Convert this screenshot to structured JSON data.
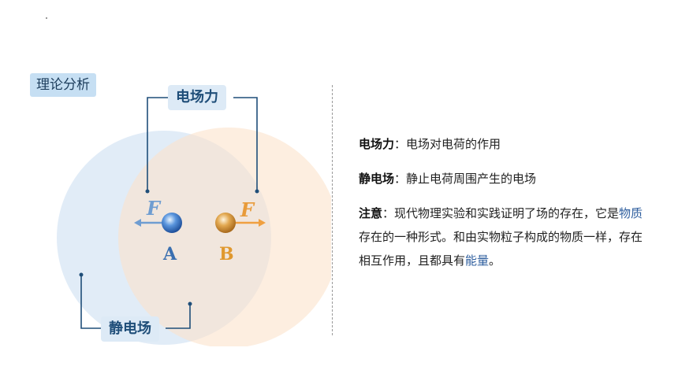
{
  "section_tag": "理论分析",
  "diagram": {
    "top_label": "电场力",
    "bottom_label": "静电场",
    "charge_a": "A",
    "charge_b": "B",
    "force_a": "F",
    "force_b": "F",
    "colors": {
      "field_a": "#dce9f6",
      "field_b": "#fbe2cc",
      "charge_a": "#3a78c8",
      "charge_b": "#d9962e",
      "bracket": "#1f4e79",
      "arrow_a": "#6f9dd1",
      "arrow_b": "#f0a040"
    }
  },
  "definitions": [
    {
      "term": "电场力",
      "sep": "：",
      "text": "电场对电荷的作用"
    },
    {
      "term": "静电场",
      "sep": "：",
      "text": "静止电荷周围产生的电场"
    }
  ],
  "note": {
    "term": "注意",
    "sep": "：",
    "text1": "现代物理实验和实践证明了场的存在，它是",
    "hl1": "物质",
    "text2": "存在的一种形式。和由实物粒子构成的物质一样，存在相互作用，且都具有",
    "hl2": "能量",
    "text3": "。"
  }
}
